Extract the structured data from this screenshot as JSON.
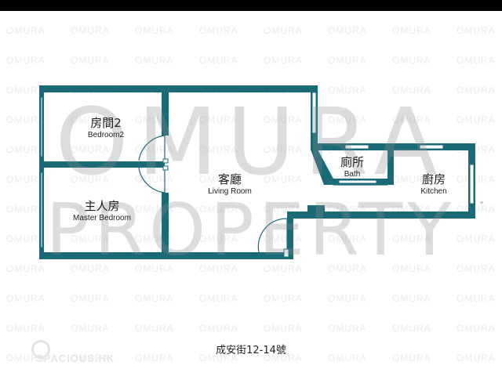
{
  "watermark": {
    "line1": "OMURA",
    "line2": "PROPERTY",
    "tile_text": "OMURA"
  },
  "rooms": {
    "bedroom2": {
      "zh": "房間2",
      "en": "Bedroom2"
    },
    "master": {
      "zh": "主人房",
      "en": "Master Bedroom"
    },
    "living": {
      "zh": "客廳",
      "en": "Living Room"
    },
    "bath": {
      "zh": "廁所",
      "en": "Bath"
    },
    "kitchen": {
      "zh": "廚房",
      "en": "Kitchen"
    }
  },
  "caption": "成安街12-14號",
  "brand": "SPACIOUS.HK",
  "colors": {
    "wall": "#1b6a78",
    "window": "#ffffff",
    "background": "#ffffff"
  }
}
